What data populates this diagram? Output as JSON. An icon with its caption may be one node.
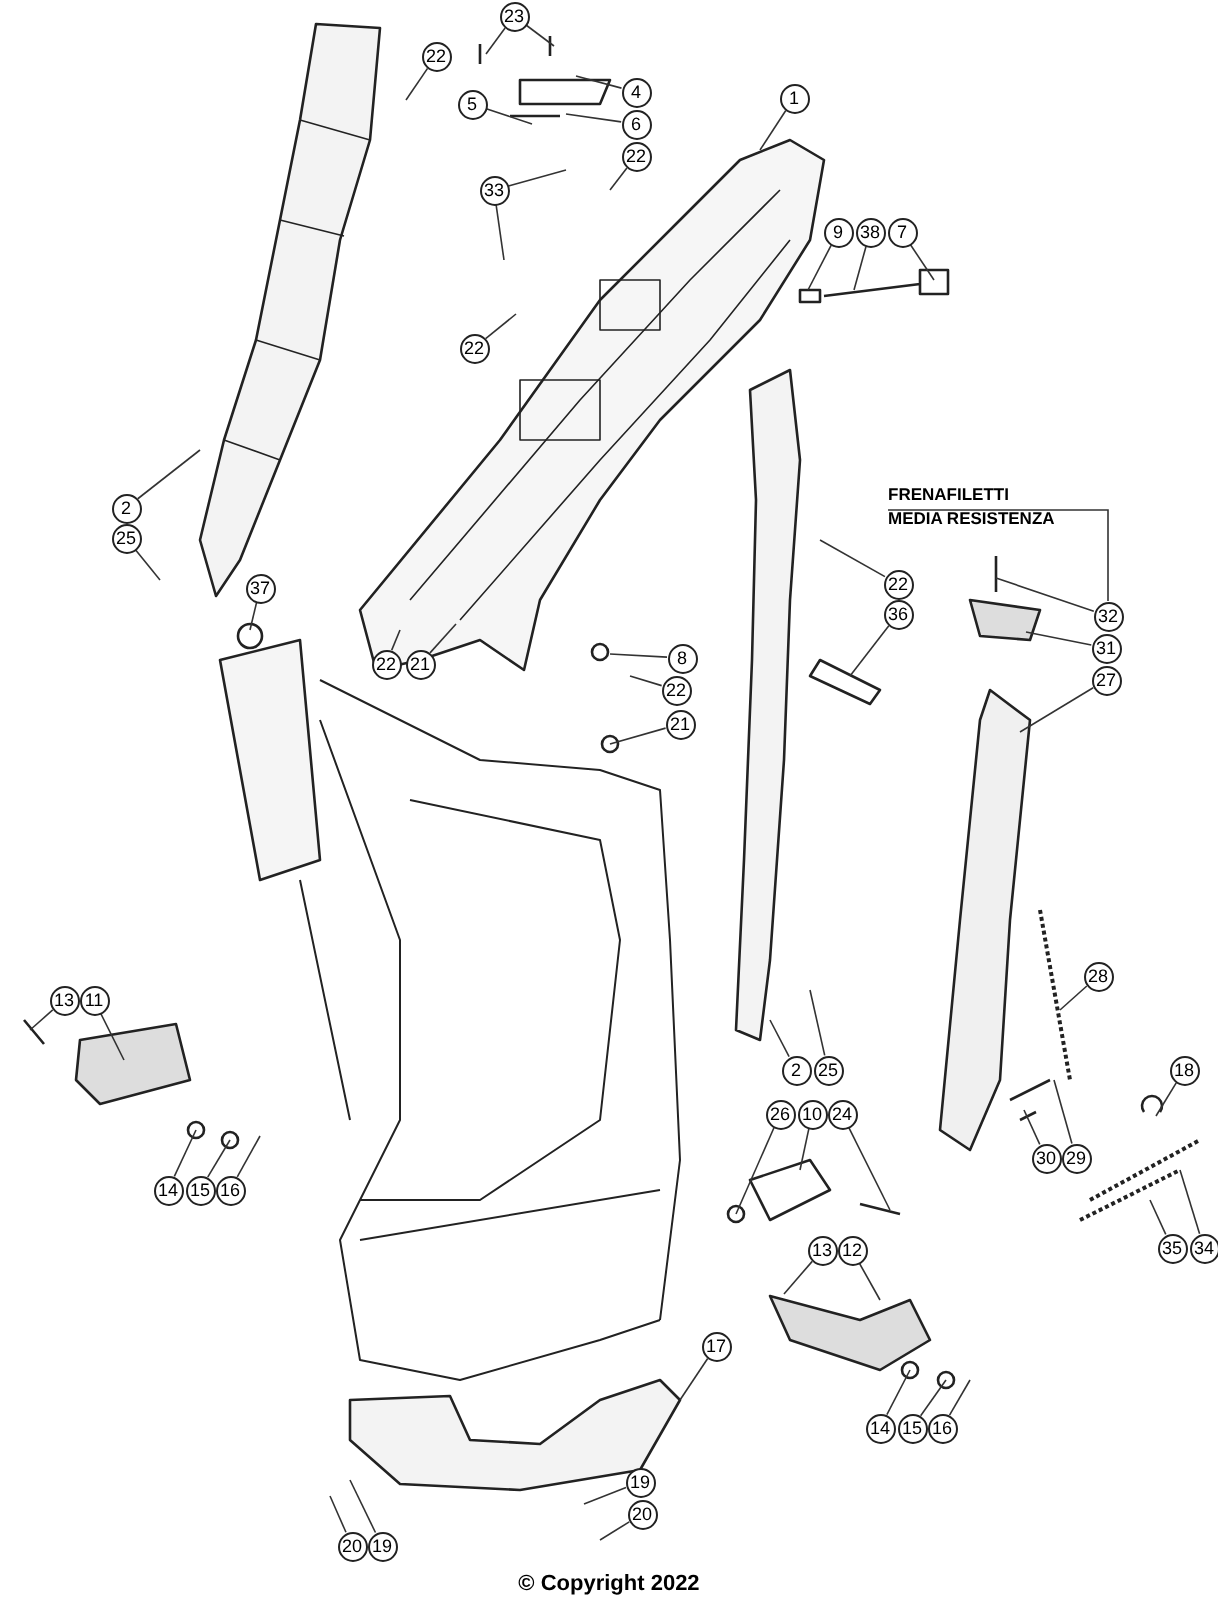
{
  "diagram": {
    "nodes": [
      {
        "text": [
          "23"
        ]
      },
      {
        "text": [
          "22"
        ]
      },
      {
        "text": [
          "4"
        ]
      },
      {
        "text": [
          "5"
        ]
      },
      {
        "text": [
          "6"
        ]
      },
      {
        "text": [
          "1"
        ]
      },
      {
        "text": [
          "22"
        ]
      },
      {
        "text": [
          "33"
        ]
      },
      {
        "text": [
          "9"
        ]
      },
      {
        "text": [
          "38"
        ]
      },
      {
        "text": [
          "7"
        ]
      },
      {
        "text": [
          "22"
        ]
      },
      {
        "text": [
          "FRENAFILETTI",
          "MEDIA RESISTENZA"
        ]
      },
      {
        "text": [
          "2"
        ]
      },
      {
        "text": [
          "25"
        ]
      },
      {
        "text": [
          "37"
        ]
      },
      {
        "text": [
          "22"
        ]
      },
      {
        "text": [
          "36"
        ]
      },
      {
        "text": [
          "32"
        ]
      },
      {
        "text": [
          "31"
        ]
      },
      {
        "text": [
          "27"
        ]
      },
      {
        "text": [
          "8"
        ]
      },
      {
        "text": [
          "22"
        ]
      },
      {
        "text": [
          "21"
        ]
      },
      {
        "text": [
          "22"
        ]
      },
      {
        "text": [
          "21"
        ]
      },
      {
        "text": [
          "28"
        ]
      },
      {
        "text": [
          "13"
        ]
      },
      {
        "text": [
          "11"
        ]
      },
      {
        "text": [
          "2"
        ]
      },
      {
        "text": [
          "25"
        ]
      },
      {
        "text": [
          "18"
        ]
      },
      {
        "text": [
          "26"
        ]
      },
      {
        "text": [
          "10"
        ]
      },
      {
        "text": [
          "24"
        ]
      },
      {
        "text": [
          "30"
        ]
      },
      {
        "text": [
          "29"
        ]
      },
      {
        "text": [
          "14"
        ]
      },
      {
        "text": [
          "15"
        ]
      },
      {
        "text": [
          "16"
        ]
      },
      {
        "text": [
          "35"
        ]
      },
      {
        "text": [
          "34"
        ]
      },
      {
        "text": [
          "13"
        ]
      },
      {
        "text": [
          "12"
        ]
      },
      {
        "text": [
          "17"
        ]
      },
      {
        "text": [
          "14"
        ]
      },
      {
        "text": [
          "15"
        ]
      },
      {
        "text": [
          "16"
        ]
      },
      {
        "text": [
          "19"
        ]
      },
      {
        "text": [
          "20"
        ]
      },
      {
        "text": [
          "20"
        ]
      },
      {
        "text": [
          "19"
        ]
      }
    ],
    "edges": [
      {
        "from": 0,
        "to": null,
        "arrow": "none"
      },
      {
        "from": 0,
        "to": null,
        "arrow": "none"
      },
      {
        "from": 1,
        "to": null,
        "arrow": "none"
      },
      {
        "from": 2,
        "to": null,
        "arrow": "none"
      },
      {
        "from": 3,
        "to": null,
        "arrow": "none"
      },
      {
        "from": 4,
        "to": null,
        "arrow": "none"
      },
      {
        "from": 5,
        "to": null,
        "arrow": "none"
      },
      {
        "from": 6,
        "to": null,
        "arrow": "none"
      },
      {
        "from": 7,
        "to": null,
        "arrow": "none"
      },
      {
        "from": 7,
        "to": null,
        "arrow": "none"
      },
      {
        "from": 8,
        "to": null,
        "arrow": "none"
      },
      {
        "from": 9,
        "to": null,
        "arrow": "none"
      },
      {
        "from": 10,
        "to": null,
        "arrow": "none"
      },
      {
        "from": 11,
        "to": null,
        "arrow": "none"
      },
      {
        "from": 12,
        "to": 18,
        "arrow": "none"
      },
      {
        "from": 13,
        "to": null,
        "arrow": "none"
      },
      {
        "from": 14,
        "to": null,
        "arrow": "none"
      },
      {
        "from": 15,
        "to": null,
        "arrow": "none"
      },
      {
        "from": 16,
        "to": null,
        "arrow": "none"
      },
      {
        "from": 17,
        "to": null,
        "arrow": "none"
      },
      {
        "from": 18,
        "to": null,
        "arrow": "none"
      },
      {
        "from": 19,
        "to": null,
        "arrow": "none"
      },
      {
        "from": 20,
        "to": null,
        "arrow": "none"
      },
      {
        "from": 21,
        "to": null,
        "arrow": "none"
      },
      {
        "from": 22,
        "to": null,
        "arrow": "none"
      },
      {
        "from": 23,
        "to": null,
        "arrow": "none"
      },
      {
        "from": 24,
        "to": null,
        "arrow": "none"
      },
      {
        "from": 25,
        "to": null,
        "arrow": "none"
      },
      {
        "from": 26,
        "to": null,
        "arrow": "none"
      },
      {
        "from": 27,
        "to": null,
        "arrow": "none"
      },
      {
        "from": 28,
        "to": null,
        "arrow": "none"
      },
      {
        "from": 29,
        "to": null,
        "arrow": "none"
      },
      {
        "from": 30,
        "to": null,
        "arrow": "none"
      },
      {
        "from": 31,
        "to": null,
        "arrow": "none"
      },
      {
        "from": 32,
        "to": null,
        "arrow": "none"
      },
      {
        "from": 33,
        "to": null,
        "arrow": "none"
      },
      {
        "from": 34,
        "to": null,
        "arrow": "none"
      },
      {
        "from": 35,
        "to": null,
        "arrow": "none"
      },
      {
        "from": 36,
        "to": null,
        "arrow": "none"
      },
      {
        "from": 37,
        "to": null,
        "arrow": "none"
      },
      {
        "from": 38,
        "to": null,
        "arrow": "none"
      },
      {
        "from": 39,
        "to": null,
        "arrow": "none"
      },
      {
        "from": 40,
        "to": null,
        "arrow": "none"
      },
      {
        "from": 41,
        "to": null,
        "arrow": "none"
      },
      {
        "from": 42,
        "to": null,
        "arrow": "none"
      },
      {
        "from": 43,
        "to": null,
        "arrow": "none"
      },
      {
        "from": 44,
        "to": null,
        "arrow": "none"
      },
      {
        "from": 45,
        "to": null,
        "arrow": "none"
      },
      {
        "from": 46,
        "to": null,
        "arrow": "none"
      },
      {
        "from": 47,
        "to": null,
        "arrow": "none"
      },
      {
        "from": 48,
        "to": null,
        "arrow": "none"
      },
      {
        "from": 49,
        "to": null,
        "arrow": "none"
      },
      {
        "from": 50,
        "to": null,
        "arrow": "none"
      },
      {
        "from": 51,
        "to": null,
        "arrow": "none"
      }
    ],
    "labels": [
      "© Copyright 2022"
    ]
  }
}
